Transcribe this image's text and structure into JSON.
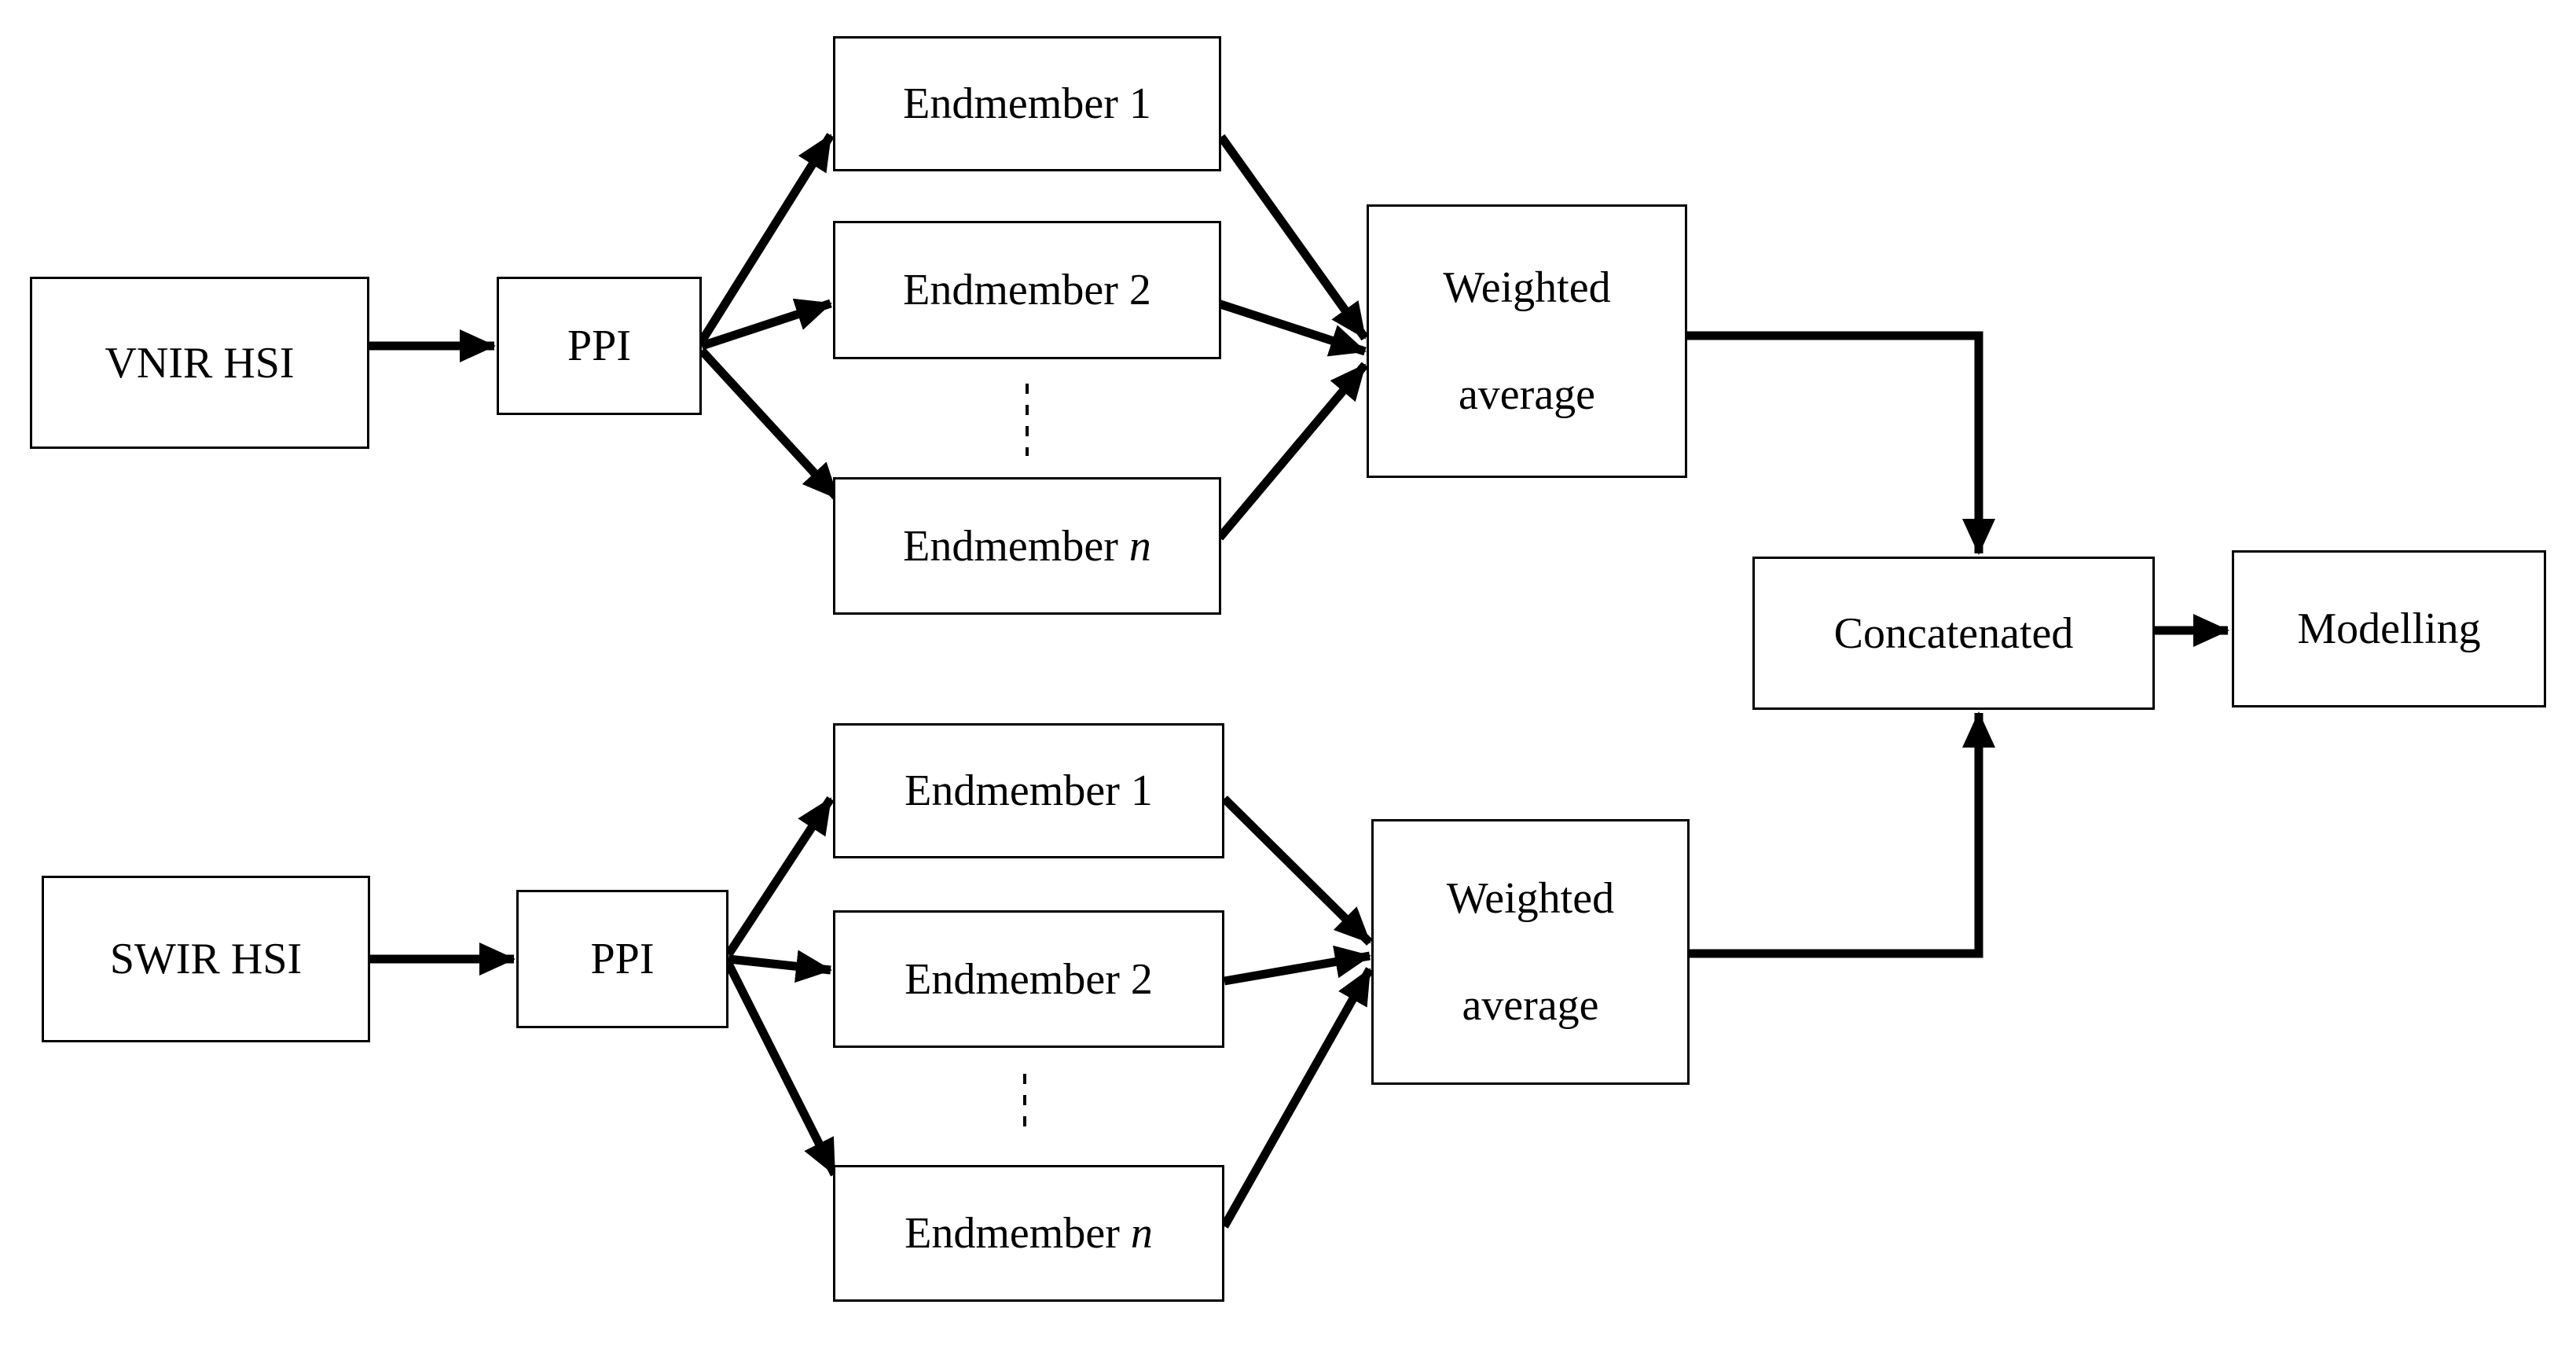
{
  "colors": {
    "background": "#ffffff",
    "box_fill": "#ffffff",
    "stroke": "#000000",
    "text": "#000000"
  },
  "top_branch": {
    "input_label": "VNIR HSI",
    "ppi_label": "PPI",
    "endmember1_label": "Endmember 1",
    "endmember2_label": "Endmember 2",
    "endmember_n_prefix": "Endmember ",
    "endmember_n_italic": "n",
    "weighted_line1": "Weighted",
    "weighted_line2": "average"
  },
  "bottom_branch": {
    "input_label": "SWIR HSI",
    "ppi_label": "PPI",
    "endmember1_label": "Endmember 1",
    "endmember2_label": "Endmember 2",
    "endmember_n_prefix": "Endmember ",
    "endmember_n_italic": "n",
    "weighted_line1": "Weighted",
    "weighted_line2": "average"
  },
  "fusion": {
    "concatenated_label": "Concatenated",
    "modelling_label": "Modelling"
  }
}
